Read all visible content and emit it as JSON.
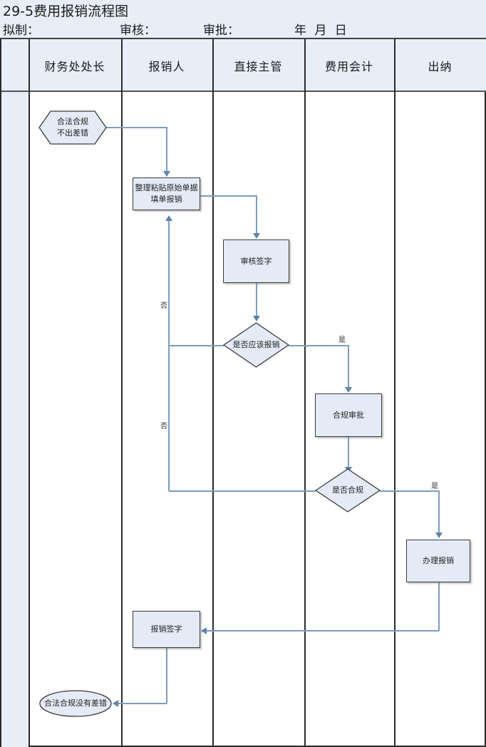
{
  "document": {
    "title": "29-5费用报销流程图",
    "meta_fields": [
      {
        "label": "拟制："
      },
      {
        "label": "审核："
      },
      {
        "label": "审批："
      },
      {
        "label": "年 月 日"
      }
    ]
  },
  "lanes": [
    {
      "name": "财务处处长"
    },
    {
      "name": "报销人"
    },
    {
      "name": "直接主管"
    },
    {
      "name": "费用会计"
    },
    {
      "name": "出纳"
    }
  ],
  "chart_data": {
    "type": "diagram",
    "diagram_type": "cross-functional-flowchart",
    "title": "29-5费用报销流程图",
    "lanes": [
      "财务处处长",
      "报销人",
      "直接主管",
      "费用会计",
      "出纳"
    ],
    "nodes": [
      {
        "id": "n1",
        "shape": "hexagon",
        "lane": "财务处处长",
        "text": "合法合规\n不出差错",
        "line1": "合法合规",
        "line2": "不出差错"
      },
      {
        "id": "n2",
        "shape": "process",
        "lane": "报销人",
        "text": "整理粘贴原始单据\n填单报销",
        "line1": "整理粘贴原始单据",
        "line2": "填单报销"
      },
      {
        "id": "n3",
        "shape": "process",
        "lane": "直接主管",
        "text": "审核签字"
      },
      {
        "id": "n4",
        "shape": "decision",
        "lane": "直接主管",
        "text": "是否应该报销"
      },
      {
        "id": "n5",
        "shape": "process",
        "lane": "费用会计",
        "text": "合规审批"
      },
      {
        "id": "n6",
        "shape": "decision",
        "lane": "费用会计",
        "text": "是否合规"
      },
      {
        "id": "n7",
        "shape": "process",
        "lane": "出纳",
        "text": "办理报销"
      },
      {
        "id": "n8",
        "shape": "process",
        "lane": "报销人",
        "text": "报销签字"
      },
      {
        "id": "n9",
        "shape": "terminator",
        "lane": "财务处处长",
        "text": "合法合规没有差错"
      }
    ],
    "edges": [
      {
        "from": "n1",
        "to": "n2",
        "label": ""
      },
      {
        "from": "n2",
        "to": "n3",
        "label": ""
      },
      {
        "from": "n3",
        "to": "n4",
        "label": ""
      },
      {
        "from": "n4",
        "to": "n5",
        "label": "是"
      },
      {
        "from": "n4",
        "to": "n2",
        "label": "否"
      },
      {
        "from": "n5",
        "to": "n6",
        "label": ""
      },
      {
        "from": "n6",
        "to": "n7",
        "label": "是"
      },
      {
        "from": "n6",
        "to": "n2",
        "label": "否"
      },
      {
        "from": "n7",
        "to": "n8",
        "label": ""
      },
      {
        "from": "n8",
        "to": "n9",
        "label": ""
      }
    ]
  },
  "edge_labels": {
    "no_upper": "否",
    "no_lower": "否",
    "yes_upper": "是",
    "yes_lower": "是"
  },
  "colors": {
    "header_fill": "#e8eef7",
    "shape_fill": "#e4ebf6",
    "shape_stroke": "#3a3a3a",
    "connector": "#7c9dc0",
    "grid_line": "#2b2b2b"
  }
}
